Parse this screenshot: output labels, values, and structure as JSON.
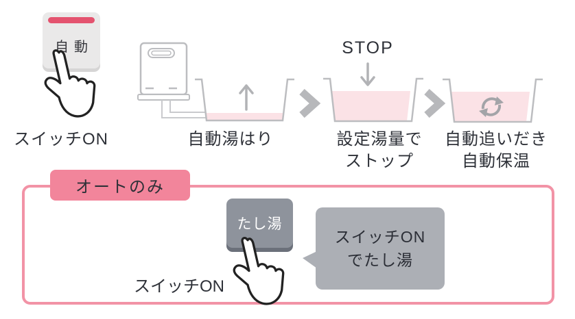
{
  "palette": {
    "accent_pink": "#f2859b",
    "border_pink": "#f293a6",
    "water_pink": "#fbe2e6",
    "indicator_red": "#e4536f",
    "line_gray": "#bcbdc0",
    "button_gray": "#8e939c",
    "bubble_gray": "#acafb5",
    "text_dark": "#2e3138"
  },
  "flow": {
    "switch_button": {
      "label": "自動"
    },
    "switch_caption": "スイッチON",
    "steps": [
      {
        "caption": [
          "自動湯はり"
        ]
      },
      {
        "overlay": "STOP",
        "caption": [
          "設定湯量で",
          "ストップ"
        ]
      },
      {
        "caption": [
          "自動追いだき",
          "自動保温"
        ]
      }
    ]
  },
  "auto_only": {
    "tab_label": "オートのみ",
    "add_button": {
      "label": "たし湯"
    },
    "switch_caption": "スイッチON",
    "bubble": [
      "スイッチON",
      "でたし湯"
    ]
  }
}
